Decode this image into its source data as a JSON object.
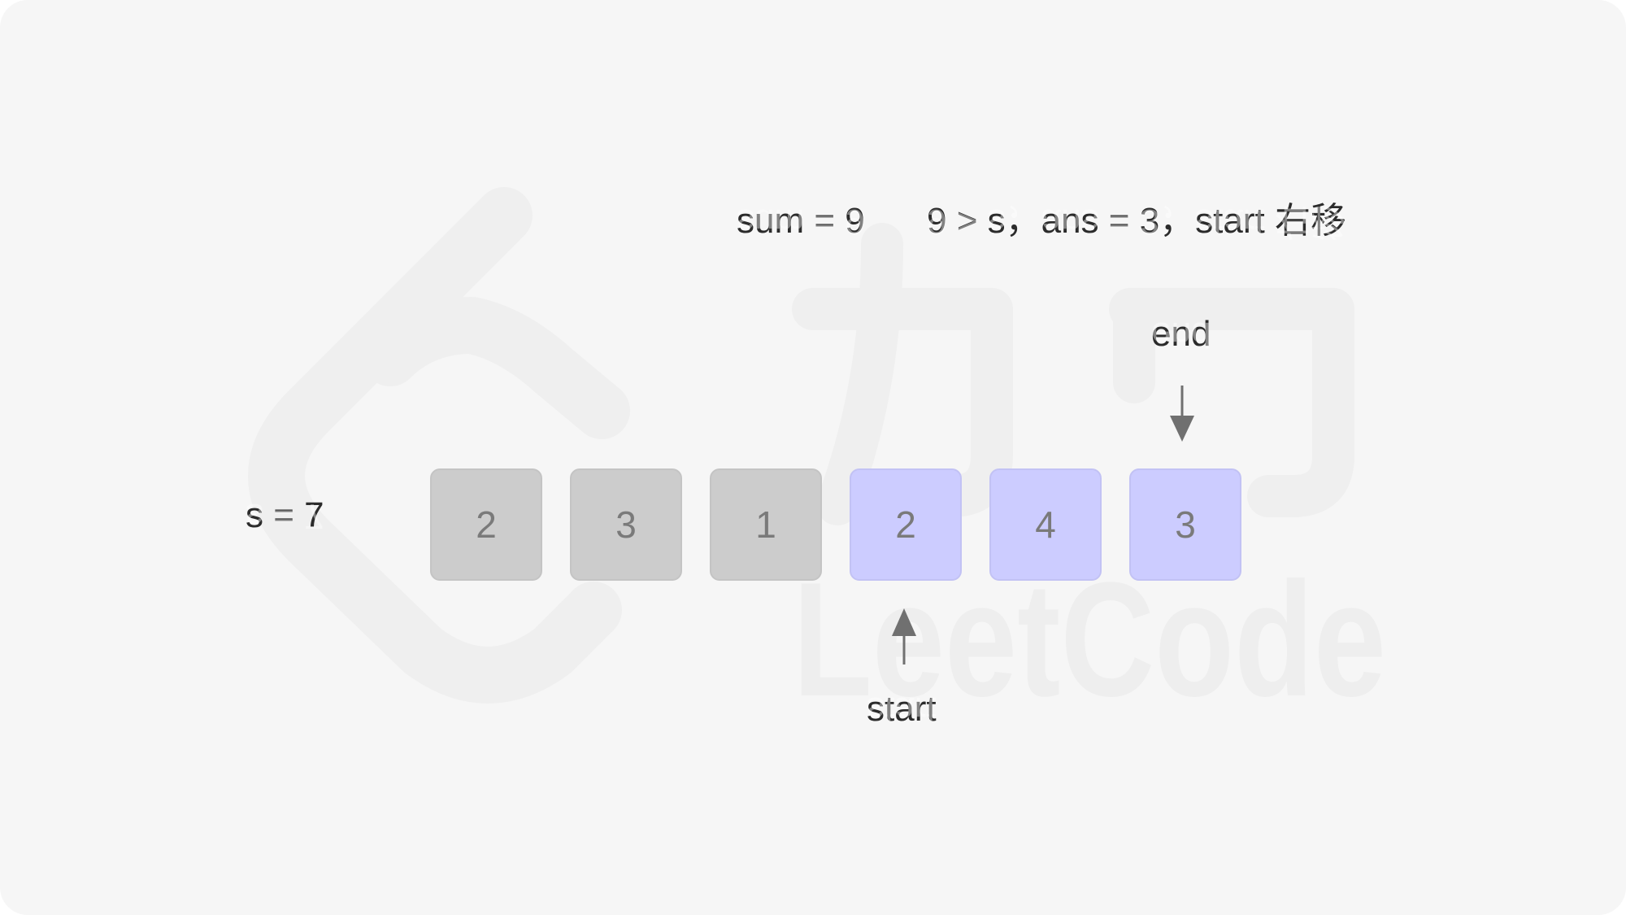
{
  "watermark": {
    "brand_chinese": "力扣",
    "brand_english": "LeetCode"
  },
  "header": {
    "sum_text": "sum = 9",
    "condition_text": "9 > s，ans = 3，start 右移"
  },
  "target": {
    "label": "s = 7"
  },
  "array": {
    "cells": [
      {
        "value": "2",
        "state": "excluded"
      },
      {
        "value": "3",
        "state": "excluded"
      },
      {
        "value": "1",
        "state": "excluded"
      },
      {
        "value": "2",
        "state": "in-window"
      },
      {
        "value": "4",
        "state": "in-window"
      },
      {
        "value": "3",
        "state": "in-window"
      }
    ]
  },
  "pointers": {
    "end_label": "end",
    "end_index": 5,
    "start_label": "start",
    "start_index": 3
  },
  "colors": {
    "background": "#f6f6f6",
    "excluded_cell": "#cccccc",
    "window_cell": "#ccccff",
    "cell_text": "#7a7a7a",
    "arrow": "#707070",
    "text": "#2b2b2b"
  }
}
